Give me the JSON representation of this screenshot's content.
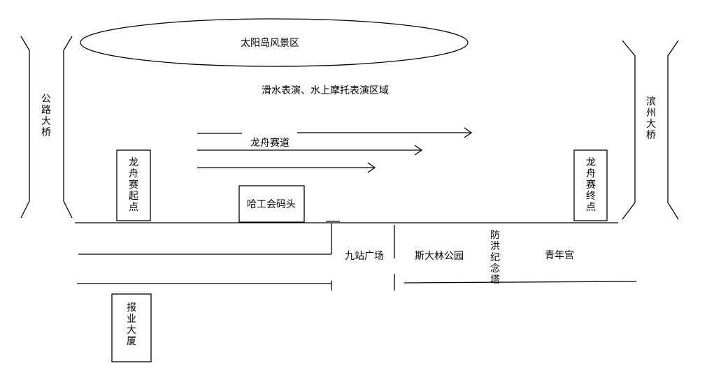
{
  "labels": {
    "sun_island": "太阳岛风景区",
    "performance_area": "滑水表演、水上摩托表演区域",
    "dragon_boat_course": "龙舟赛道",
    "harbin_pier": "哈工会码头",
    "square_nine": "九站广场",
    "stalin_park": "斯大林公园",
    "youth_palace": "青年宫"
  },
  "vertical_labels": {
    "highway_bridge": "公路大桥",
    "binzhou_bridge": "滨州大桥",
    "race_start": "龙舟赛起点",
    "race_end": "龙舟赛终点",
    "flood_tower": "防洪纪念塔",
    "newspaper_building": "报业大厦"
  }
}
